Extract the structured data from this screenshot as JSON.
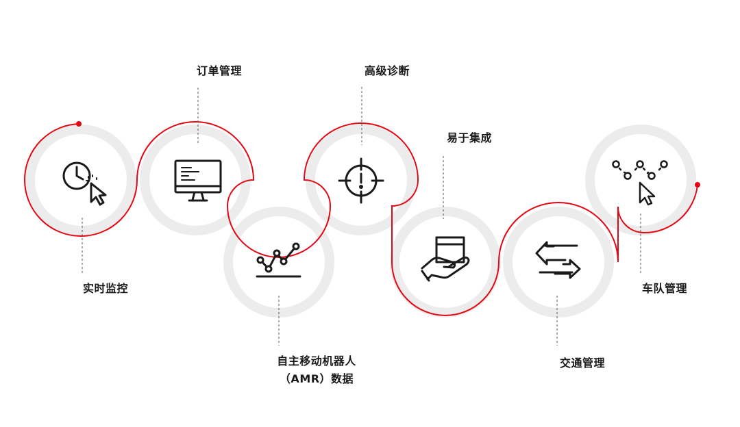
{
  "colors": {
    "accent": "#e30613",
    "track": "#ececec",
    "icon": "#1a1a1a",
    "leader": "#555555"
  },
  "steps": [
    {
      "label": "实时监控",
      "icon": "clock-cursor-icon"
    },
    {
      "label": "订单管理",
      "icon": "monitor-code-icon"
    },
    {
      "label": "自主移动机器人",
      "label_line2": "（AMR）数据",
      "icon": "line-chart-icon"
    },
    {
      "label": "高级诊断",
      "icon": "crosshair-alert-icon"
    },
    {
      "label": "易于集成",
      "icon": "hand-box-icon"
    },
    {
      "label": "交通管理",
      "icon": "swap-arrows-icon"
    },
    {
      "label": "车队管理",
      "icon": "fleet-cursor-icon"
    }
  ]
}
